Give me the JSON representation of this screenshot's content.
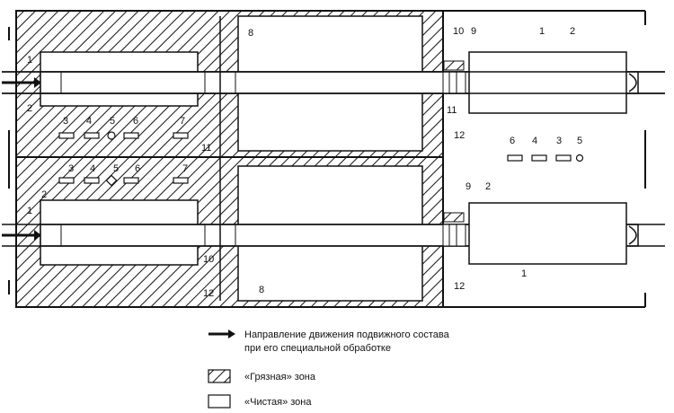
{
  "labels": {
    "n1": "1",
    "n2": "2",
    "n3": "3",
    "n4": "4",
    "n5": "5",
    "n6": "6",
    "n7": "7",
    "n8": "8",
    "n9": "9",
    "n10": "10",
    "n11": "11",
    "n12": "12"
  },
  "legend": {
    "direction_line1": "Направление движения подвижного состава",
    "direction_line2": "при его специальной обработке",
    "dirty_zone": "«Грязная» зона",
    "clean_zone": "«Чистая» зона"
  },
  "colors": {
    "line": "#111111",
    "background": "#ffffff"
  },
  "icons": {
    "direction": "arrow-right-icon",
    "dirty": "hatched-box-icon",
    "clean": "empty-box-icon"
  }
}
